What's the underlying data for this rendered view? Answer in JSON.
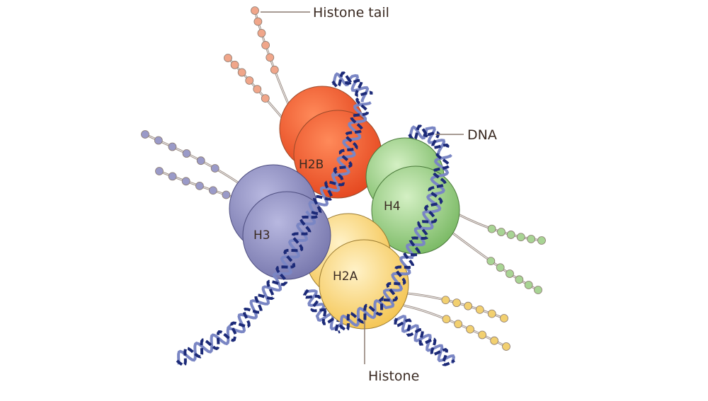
{
  "labels": {
    "histone_tail": "Histone tail",
    "dna": "DNA",
    "histone": "Histone"
  },
  "histones": [
    {
      "name": "H2B",
      "color": "#ee5a30",
      "tail_color": "#f0a68a"
    },
    {
      "name": "H4",
      "color": "#8cc878",
      "tail_color": "#a8d494"
    },
    {
      "name": "H3",
      "color": "#8c8cc0",
      "tail_color": "#9a9ac8"
    },
    {
      "name": "H2A",
      "color": "#f8d070",
      "tail_color": "#f2d070"
    }
  ],
  "dna_colors": {
    "strand_dark": "#1c2a78",
    "strand_light": "#7a86c4"
  }
}
